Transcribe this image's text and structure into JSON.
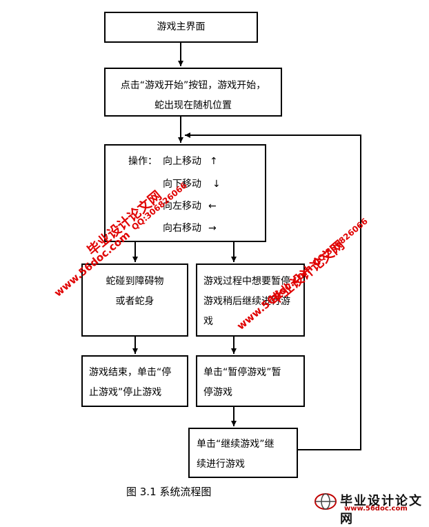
{
  "nodes": {
    "main_screen": "游戏主界面",
    "start_line1": "点击“游戏开始”按钮，游戏开始，",
    "start_line2": "蛇出现在随机位置",
    "operation_label": "操作：",
    "op_up": "向上移动",
    "op_down": "向下移动",
    "op_left": "向左移动",
    "op_right": "向右移动",
    "collide_line1": "蛇碰到障碍物",
    "collide_line2": "或者蛇身",
    "pause_wish_line1": "游戏过程中想要暂停",
    "pause_wish_line2": "游戏稍后继续进行游",
    "pause_wish_line3": "戏",
    "end_line1": "游戏结束，单击“停",
    "end_line2": "止游戏”停止游戏",
    "pause_line1": "单击“暂停游戏”暂",
    "pause_line2": "停游戏",
    "resume_line1": "单击“继续游戏”继",
    "resume_line2": "续进行游戏"
  },
  "arrows": {
    "up": "↑",
    "down": "↓",
    "left": "←",
    "right": "→"
  },
  "caption": "图 3.1   系统流程图",
  "watermarks": {
    "site_name": "毕业设计论文网",
    "url": "www.56doc.com",
    "qq": "QQ:306826066"
  },
  "logo": {
    "name": "毕业设计论文网",
    "url": "www.56doc.com"
  },
  "colors": {
    "watermark": "#e00000",
    "line": "#000000"
  }
}
